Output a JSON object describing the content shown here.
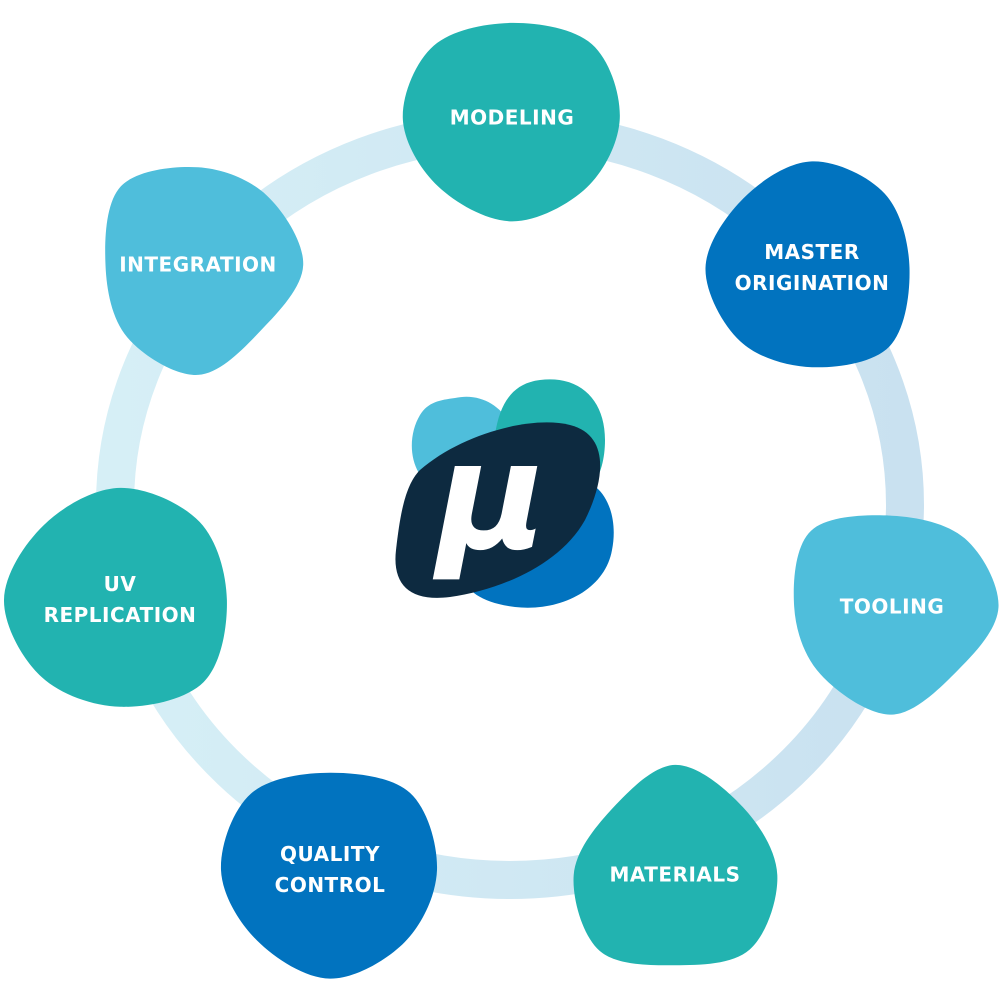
{
  "diagram": {
    "type": "cycle",
    "center_logo": {
      "glyph": "μ",
      "colors": {
        "light_blue": "#4fbedb",
        "teal": "#22b3b0",
        "blue": "#0173bf",
        "navy": "#0d2a40",
        "glyph": "#ffffff"
      }
    },
    "ring_colors": {
      "left": "#d6eff6",
      "right": "#c9e1f0"
    },
    "nodes": [
      {
        "id": "modeling",
        "lines": [
          "MODELING"
        ],
        "color": "#22b3b0"
      },
      {
        "id": "master-origination",
        "lines": [
          "MASTER",
          "ORIGINATION"
        ],
        "color": "#0173bf"
      },
      {
        "id": "tooling",
        "lines": [
          "TOOLING"
        ],
        "color": "#4fbedb"
      },
      {
        "id": "materials",
        "lines": [
          "MATERIALS"
        ],
        "color": "#22b3b0"
      },
      {
        "id": "quality-control",
        "lines": [
          "QUALITY",
          "CONTROL"
        ],
        "color": "#0173bf"
      },
      {
        "id": "uv-replication",
        "lines": [
          "UV",
          "REPLICATION"
        ],
        "color": "#22b3b0"
      },
      {
        "id": "integration",
        "lines": [
          "INTEGRATION"
        ],
        "color": "#4fbedb"
      }
    ]
  }
}
